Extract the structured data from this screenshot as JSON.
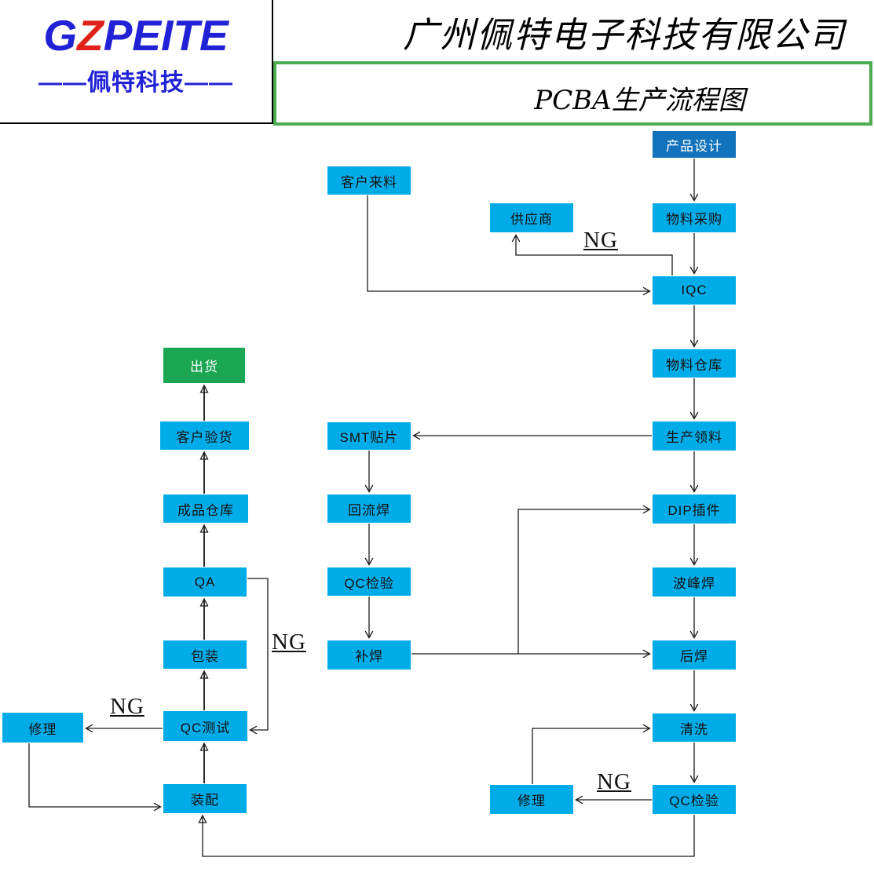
{
  "header": {
    "logo": {
      "g": "G",
      "z": "Z",
      "rest": "PEITE",
      "dash_left": "——",
      "dash_right": "——",
      "subtitle": "佩特科技"
    },
    "company": "广州佩特电子科技有限公司",
    "doc_title": "PCBA生产流程图"
  },
  "colors": {
    "node_blue": "#00ace8",
    "node_dark_blue": "#1272bc",
    "node_green": "#1aa653",
    "frame_green": "#4cad50",
    "logo_blue": "#2121d6",
    "logo_red": "#e02119",
    "line": "#1a1a1a"
  },
  "nodes": {
    "design": {
      "label": "产品设计"
    },
    "purchase": {
      "label": "物料采购"
    },
    "supplier": {
      "label": "供应商"
    },
    "incoming": {
      "label": "客户来料"
    },
    "iqc": {
      "label": "IQC"
    },
    "mat_warehouse": {
      "label": "物料仓库"
    },
    "picking": {
      "label": "生产领料"
    },
    "smt": {
      "label": "SMT贴片"
    },
    "reflow": {
      "label": "回流焊"
    },
    "qc_smt": {
      "label": "QC检验"
    },
    "repair_weld": {
      "label": "补焊"
    },
    "dip": {
      "label": "DIP插件"
    },
    "wave": {
      "label": "波峰焊"
    },
    "post_weld": {
      "label": "后焊"
    },
    "clean": {
      "label": "清洗"
    },
    "qc_final": {
      "label": "QC检验"
    },
    "repair_right": {
      "label": "修理"
    },
    "assembly": {
      "label": "装配"
    },
    "qc_test": {
      "label": "QC测试"
    },
    "repair_left": {
      "label": "修理"
    },
    "packing": {
      "label": "包装"
    },
    "qa": {
      "label": "QA"
    },
    "fg_warehouse": {
      "label": "成品仓库"
    },
    "inspection": {
      "label": "客户验货"
    },
    "ship": {
      "label": "出货"
    }
  },
  "ng": {
    "iqc": "NG",
    "qa": "NG",
    "qc_test": "NG",
    "qc_final": "NG"
  },
  "edges": [
    {
      "from": "产品设计",
      "to": "物料采购"
    },
    {
      "from": "物料采购",
      "to": "IQC"
    },
    {
      "from": "IQC",
      "to": "供应商",
      "label": "NG"
    },
    {
      "from": "客户来料",
      "to": "IQC"
    },
    {
      "from": "IQC",
      "to": "物料仓库"
    },
    {
      "from": "物料仓库",
      "to": "生产领料"
    },
    {
      "from": "生产领料",
      "to": "SMT贴片"
    },
    {
      "from": "生产领料",
      "to": "DIP插件"
    },
    {
      "from": "SMT贴片",
      "to": "回流焊"
    },
    {
      "from": "回流焊",
      "to": "QC检验"
    },
    {
      "from": "QC检验",
      "to": "补焊"
    },
    {
      "from": "补焊",
      "to": "DIP插件"
    },
    {
      "from": "补焊",
      "to": "后焊"
    },
    {
      "from": "DIP插件",
      "to": "波峰焊"
    },
    {
      "from": "波峰焊",
      "to": "后焊"
    },
    {
      "from": "后焊",
      "to": "清洗"
    },
    {
      "from": "清洗",
      "to": "QC检验(终检)"
    },
    {
      "from": "QC检验(终检)",
      "to": "修理(右)",
      "label": "NG"
    },
    {
      "from": "修理(右)",
      "to": "清洗"
    },
    {
      "from": "QC检验(终检)",
      "to": "装配"
    },
    {
      "from": "装配",
      "to": "QC测试"
    },
    {
      "from": "QC测试",
      "to": "修理(左)",
      "label": "NG"
    },
    {
      "from": "修理(左)",
      "to": "装配"
    },
    {
      "from": "QC测试",
      "to": "包装"
    },
    {
      "from": "QA",
      "to": "QC测试",
      "label": "NG"
    },
    {
      "from": "包装",
      "to": "QA"
    },
    {
      "from": "QA",
      "to": "成品仓库"
    },
    {
      "from": "成品仓库",
      "to": "客户验货"
    },
    {
      "from": "客户验货",
      "to": "出货"
    }
  ]
}
